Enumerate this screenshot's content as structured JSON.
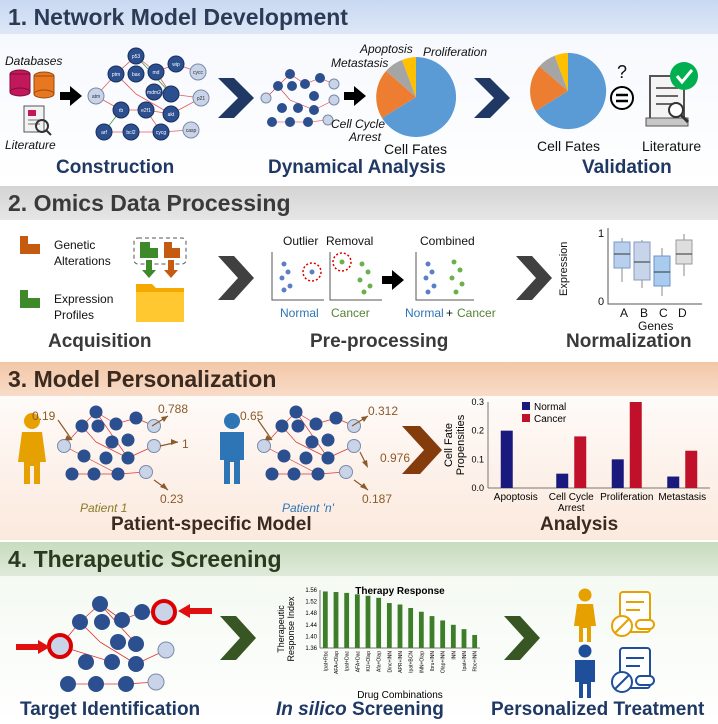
{
  "s1": {
    "title": "1. Network Model Development",
    "databases": "Databases",
    "literature_l": "Literature",
    "construction": "Construction",
    "dynamical": "Dynamical Analysis",
    "validation": "Validation",
    "apoptosis": "Apoptosis",
    "proliferation": "Proliferation",
    "metastasis": "Metastasis",
    "cellcycle1": "Cell Cycle",
    "cellcycle2": "Arrest",
    "cellfates": "Cell Fates",
    "cellfates2": "Cell Fates",
    "literature_r": "Literature",
    "question": "?"
  },
  "nodes": {
    "n1": "p53",
    "n2": "ptm",
    "n3": "bax",
    "n4": "md",
    "n5": "wip",
    "n6": "cycc",
    "n7": "atm",
    "n8": "mdm2",
    "n9": "p21",
    "n10": "e2f1",
    "n11": "rb",
    "n12": "akt",
    "n13": "bcl2",
    "n14": "cycg",
    "n15": "arf",
    "n16": "casp"
  },
  "s2": {
    "title": "2. Omics Data Processing",
    "genetic1": "Genetic",
    "genetic2": "Alterations",
    "expression1": "Expression",
    "expression2": "Profiles",
    "acquisition": "Acquisition",
    "outlier": "Outlier",
    "removal": "Removal",
    "combined": "Combined",
    "normal": "Normal",
    "cancer": "Cancer",
    "normal2": "Normal",
    "plus": "+",
    "cancer2": "Cancer",
    "preprocessing": "Pre-processing",
    "normalization": "Normalization",
    "ylab": "Expression",
    "y1": "1",
    "y0": "0",
    "gA": "A",
    "gB": "B",
    "gC": "C",
    "gD": "D",
    "genes": "Genes"
  },
  "s3": {
    "title": "3. Model Personalization",
    "p1v1": "0.19",
    "p1v2": "0.788",
    "p1v3": "1",
    "p1v4": "0.23",
    "p2v1": "0.65",
    "p2v2": "0.312",
    "p2v3": "0.976",
    "p2v4": "0.187",
    "patient1": "Patient 1",
    "patientn": "Patient 'n'",
    "psm": "Patient-specific Model",
    "analysis": "Analysis"
  },
  "s4": {
    "title": "4. Therapeutic Screening",
    "target": "Target Identification",
    "insilico": "In silico",
    "screening": " Screening",
    "personalized": "Personalized Treatment"
  },
  "chart_data": [
    {
      "type": "bar",
      "categories": [
        "Apoptosis",
        "Cell Cycle Arrest",
        "Proliferation",
        "Metastasis"
      ],
      "series": [
        {
          "name": "Normal",
          "values": [
            0.2,
            0.05,
            0.1,
            0.04
          ],
          "color": "#1a1a7e"
        },
        {
          "name": "Cancer",
          "values": [
            0,
            0.18,
            0.3,
            0.13
          ],
          "color": "#c0102a"
        }
      ],
      "ylabel": "Cell Fate Propensities",
      "ylim": [
        0,
        0.3
      ],
      "yticks": [
        "0.0",
        "0.1",
        "0.2",
        "0.3"
      ],
      "legend": "top-left"
    },
    {
      "type": "bar",
      "title": "Therapy Response",
      "xlabel": "Drug Combinations",
      "ylabel": "Therapeutic Response Index",
      "ylim": [
        1.36,
        1.56
      ],
      "yticks": [
        "1.36",
        "1.40",
        "1.44",
        "1.48",
        "1.52",
        "1.56"
      ],
      "categories": [
        "Ipat+Rbc",
        "AFA+Olap",
        "Ipat+Dac",
        "AFA+Dac",
        "KU+Olap",
        "Afa+Olap",
        "Dinc+INN",
        "APR+INN",
        "Ipat+BCN",
        "INN+Olap",
        "Ibru+INN",
        "Olap+INN",
        "INN",
        "Ipat+INN",
        "Rbc+INN"
      ],
      "values": [
        1.555,
        1.553,
        1.55,
        1.545,
        1.54,
        1.533,
        1.515,
        1.51,
        1.498,
        1.485,
        1.47,
        1.455,
        1.44,
        1.425,
        1.405
      ],
      "color": "#3e7d2a"
    }
  ]
}
